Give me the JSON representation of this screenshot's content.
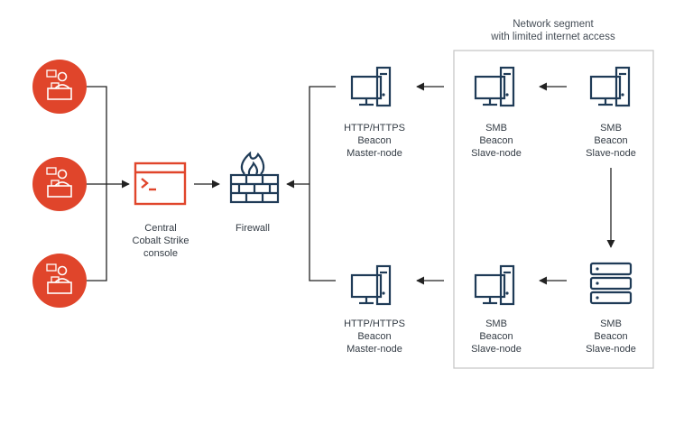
{
  "segment": {
    "label_line1": "Network segment",
    "label_line2": "with limited internet access"
  },
  "console": {
    "label_line1": "Central",
    "label_line2": "Cobalt Strike",
    "label_line3": "console",
    "icon": "terminal-window-icon"
  },
  "firewall": {
    "label": "Firewall",
    "icon": "firewall-icon"
  },
  "operators": [
    {
      "icon": "operator-at-desk-icon"
    },
    {
      "icon": "operator-at-desk-icon"
    },
    {
      "icon": "operator-at-desk-icon"
    }
  ],
  "nodes": {
    "master_top": {
      "line1": "HTTP/HTTPS",
      "line2": "Beacon",
      "line3": "Master-node",
      "icon": "desktop-computer-icon"
    },
    "slave_top_1": {
      "line1": "SMB",
      "line2": "Beacon",
      "line3": "Slave-node",
      "icon": "desktop-computer-icon"
    },
    "slave_top_2": {
      "line1": "SMB",
      "line2": "Beacon",
      "line3": "Slave-node",
      "icon": "desktop-computer-icon"
    },
    "master_bot": {
      "line1": "HTTP/HTTPS",
      "line2": "Beacon",
      "line3": "Master-node",
      "icon": "desktop-computer-icon"
    },
    "slave_bot_1": {
      "line1": "SMB",
      "line2": "Beacon",
      "line3": "Slave-node",
      "icon": "desktop-computer-icon"
    },
    "slave_bot_2": {
      "line1": "SMB",
      "line2": "Beacon",
      "line3": "Slave-node",
      "icon": "server-rack-icon"
    }
  },
  "colors": {
    "accent_red": "#e0452b",
    "icon_navy": "#1f3b57",
    "segment_border": "#c8c8c8"
  }
}
